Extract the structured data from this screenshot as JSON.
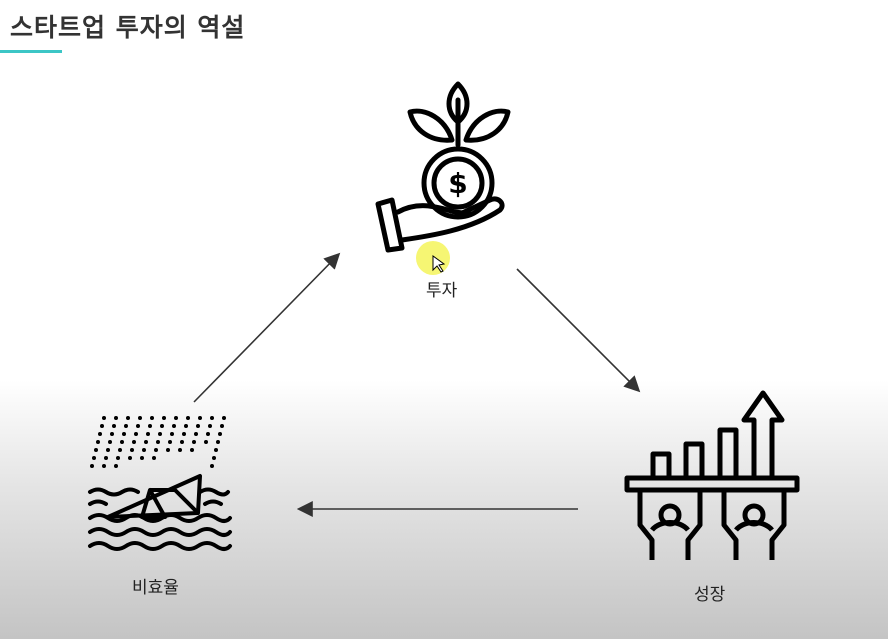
{
  "slide": {
    "title": "스타트업 투자의 역설",
    "accent_color": "#3cc6c6",
    "nodes": [
      {
        "label": "투자",
        "icon": "hand-coin-plant-icon"
      },
      {
        "label": "성장",
        "icon": "growth-chart-arrow-icon"
      },
      {
        "label": "비효율",
        "icon": "sinking-boat-rain-icon"
      }
    ]
  }
}
